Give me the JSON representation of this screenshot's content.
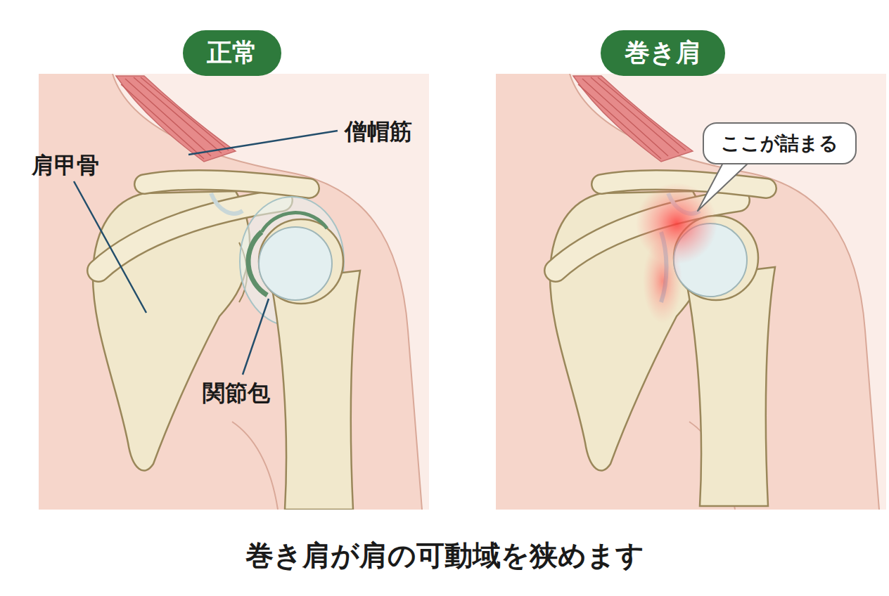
{
  "diagram": {
    "caption": "巻き肩が肩の可動域を狭めます",
    "nodes": [
      {
        "text": [
          "正常"
        ]
      },
      {
        "text": [
          "巻き肩"
        ]
      },
      {
        "text": [
          "ここが詰まる"
        ]
      }
    ],
    "labels": [
      "僧帽筋",
      "肩甲骨",
      "関節包"
    ]
  }
}
